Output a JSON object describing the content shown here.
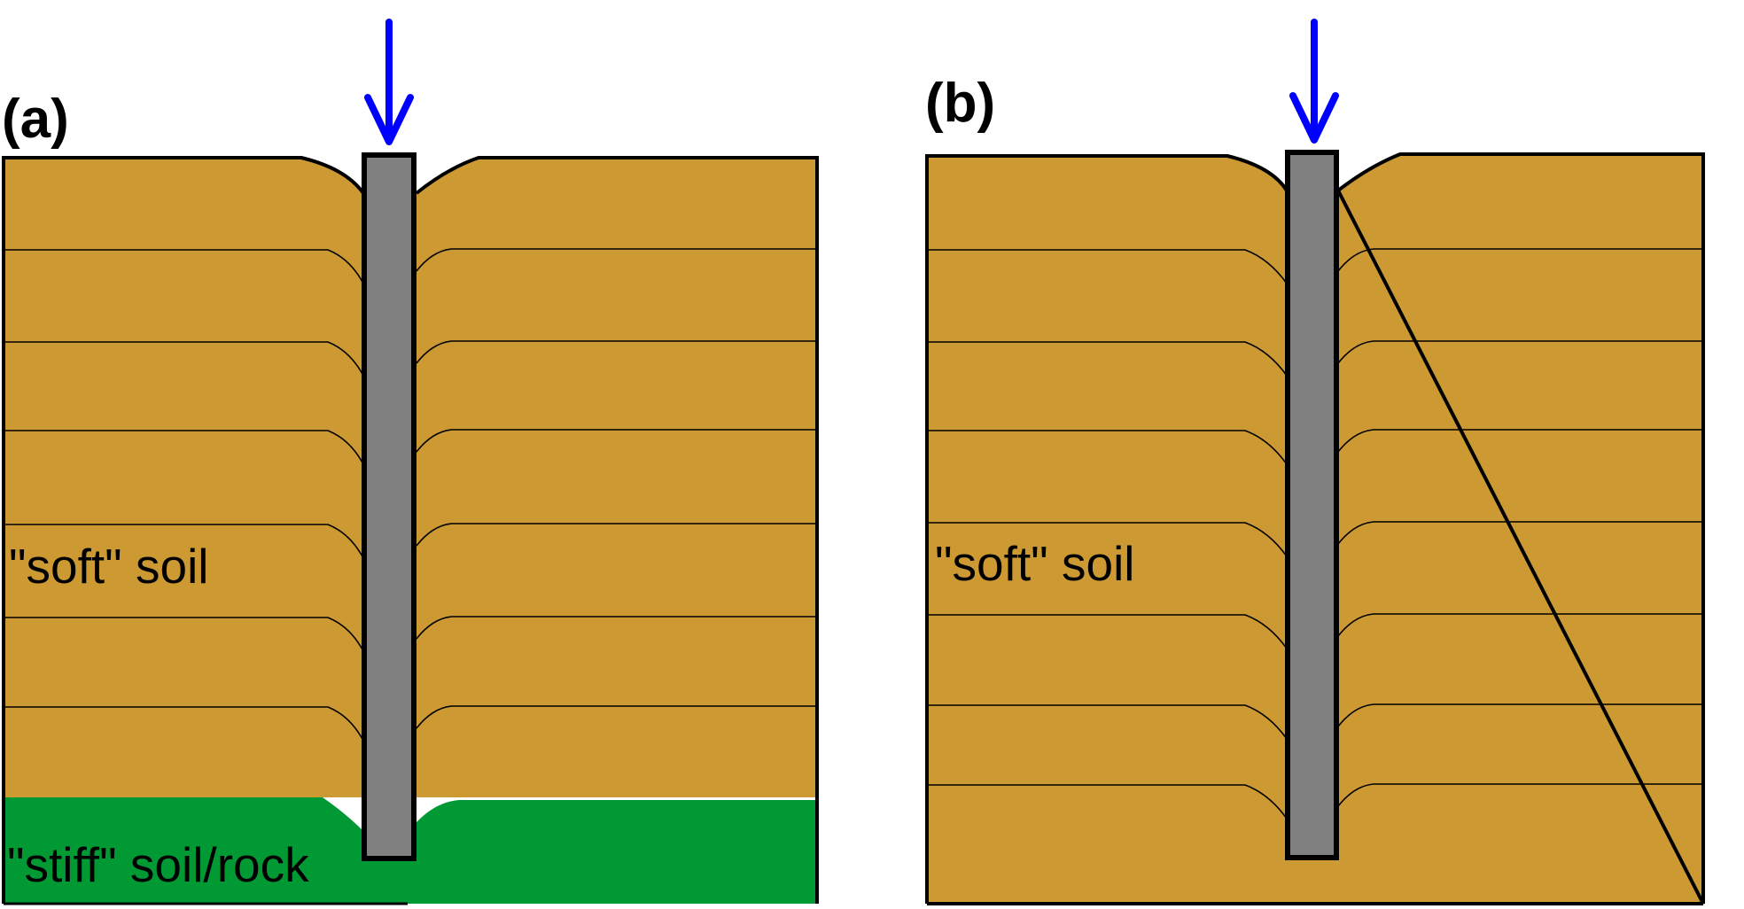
{
  "colors": {
    "soft_soil": "#CC9933",
    "stiff_soil": "#009933",
    "pile": "#808080",
    "arrow": "#0000FF",
    "outline": "#000000"
  },
  "panels": [
    {
      "label": "(a)",
      "soft_label": "\"soft\" soil",
      "stiff_label": "\"stiff\" soil/rock",
      "has_stiff_layer": true,
      "soft_layer_count": 7,
      "icons": [
        "load-arrow-icon"
      ]
    },
    {
      "label": "(b)",
      "soft_label": "\"soft\" soil",
      "has_stiff_layer": false,
      "soft_layer_count": 8,
      "icons": [
        "load-arrow-icon"
      ]
    }
  ]
}
